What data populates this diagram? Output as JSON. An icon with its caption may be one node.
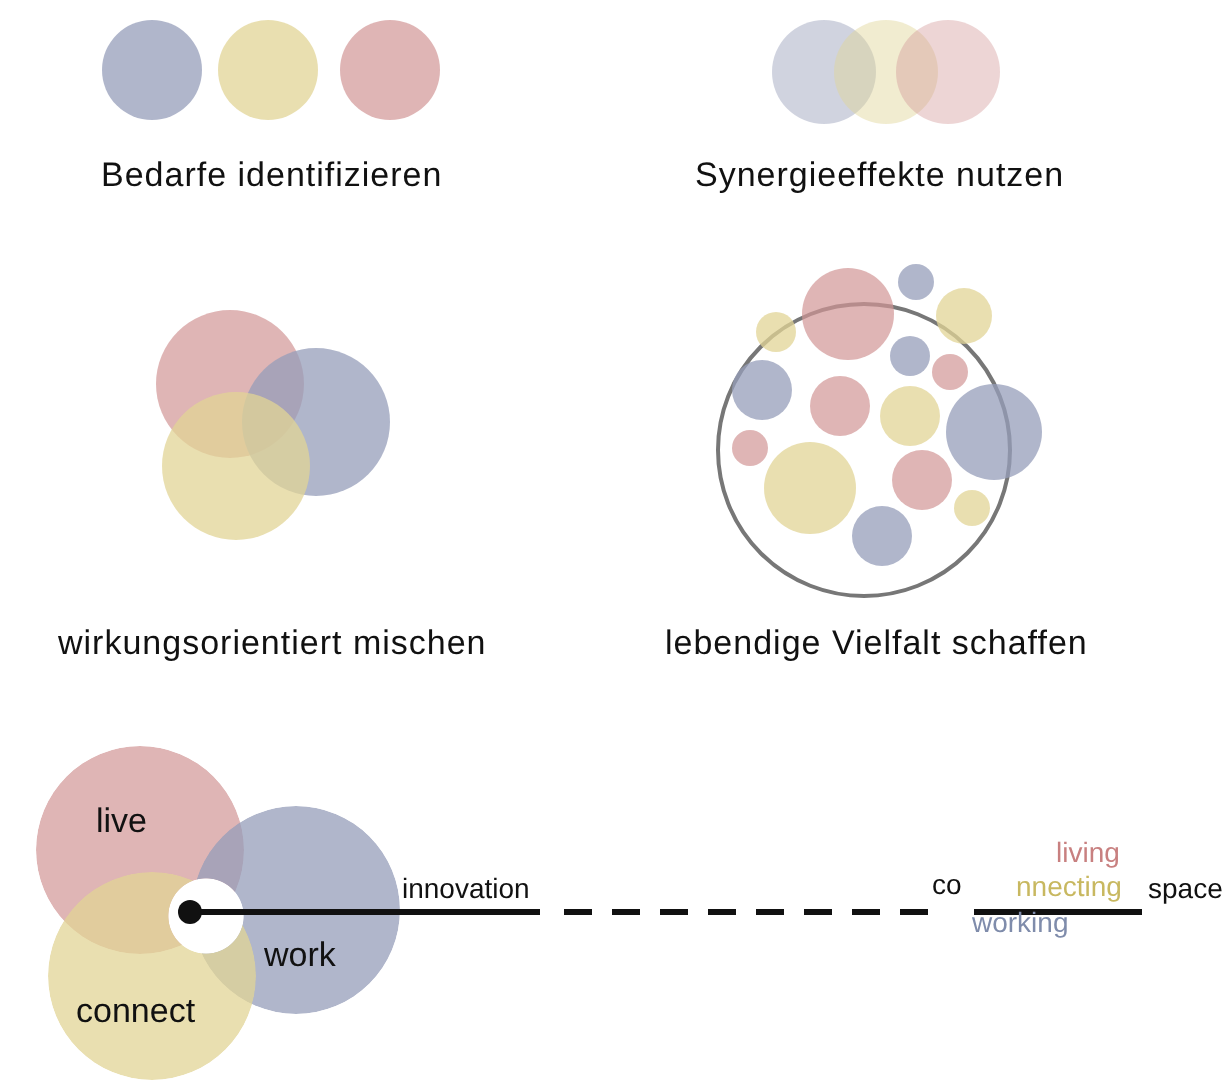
{
  "diagram": {
    "nodes": [
      {
        "text": [
          "live"
        ]
      },
      {
        "text": [
          "work"
        ]
      },
      {
        "text": [
          "connect"
        ]
      }
    ],
    "edges": [],
    "labels": [
      "Bedarfe identifizieren",
      "Synergieeffekte nutzen",
      "wirkungsorientiert mischen",
      "lebendige Vielfalt schaffen",
      "living",
      "innovation",
      "co",
      "nnecting",
      "space",
      "working"
    ]
  }
}
